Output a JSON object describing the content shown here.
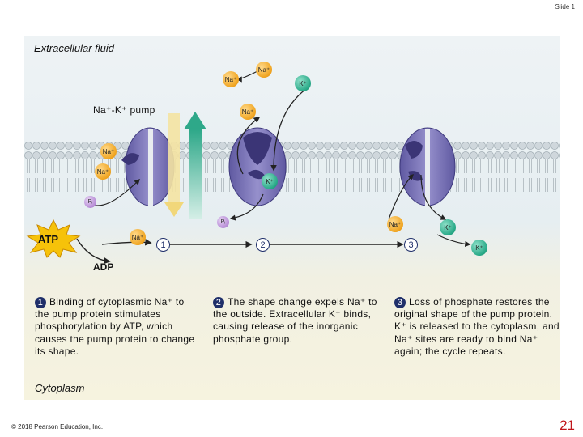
{
  "slide_label": "Slide 1",
  "region_labels": {
    "outside": "Extracellular fluid",
    "inside": "Cytoplasm"
  },
  "pump_label": "Na⁺-K⁺ pump",
  "ions": {
    "na": "Na⁺",
    "k": "K⁺",
    "pi": "Pᵢ"
  },
  "molecules": {
    "atp": "ATP",
    "adp": "ADP"
  },
  "steps": [
    {
      "number": "1",
      "text": "Binding of cytoplasmic Na⁺ to the pump protein stimulates phosphorylation by ATP, which causes the pump protein to change its shape."
    },
    {
      "number": "2",
      "text": "The shape change expels Na⁺ to the outside. Extracellular K⁺ binds, causing release of the inorganic phosphate group."
    },
    {
      "number": "3",
      "text": "Loss of phosphate restores the original shape of the pump protein. K⁺ is released to the cytoplasm, and Na⁺ sites are ready to bind Na⁺ again; the cycle repeats."
    }
  ],
  "footer": {
    "copyright": "© 2018 Pearson Education, Inc.",
    "page_number": "21"
  },
  "colors": {
    "sodium": "#f0a41f",
    "potassium": "#26a886",
    "phosphate": "#b68bd6",
    "protein": "#7b75b6",
    "page_number": "#c0161b"
  }
}
